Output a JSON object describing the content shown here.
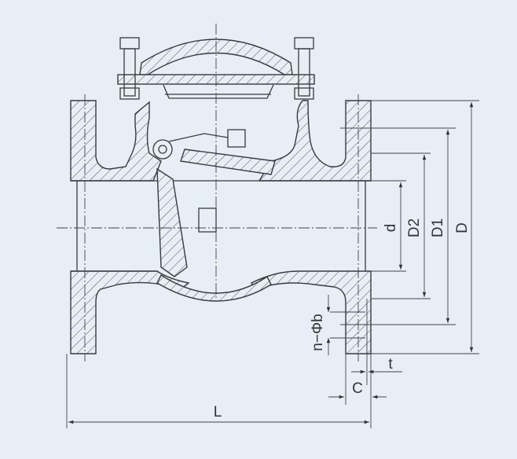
{
  "title": "Swing check valve dimension drawing",
  "labels": {
    "d": "d",
    "D2": "D2",
    "D1": "D1",
    "D": "D",
    "bolt_hole": "n−Φb",
    "t": "t",
    "C": "C",
    "L": "L"
  },
  "colors": {
    "background": "#e7eef6",
    "line": "#3a3a3a"
  }
}
